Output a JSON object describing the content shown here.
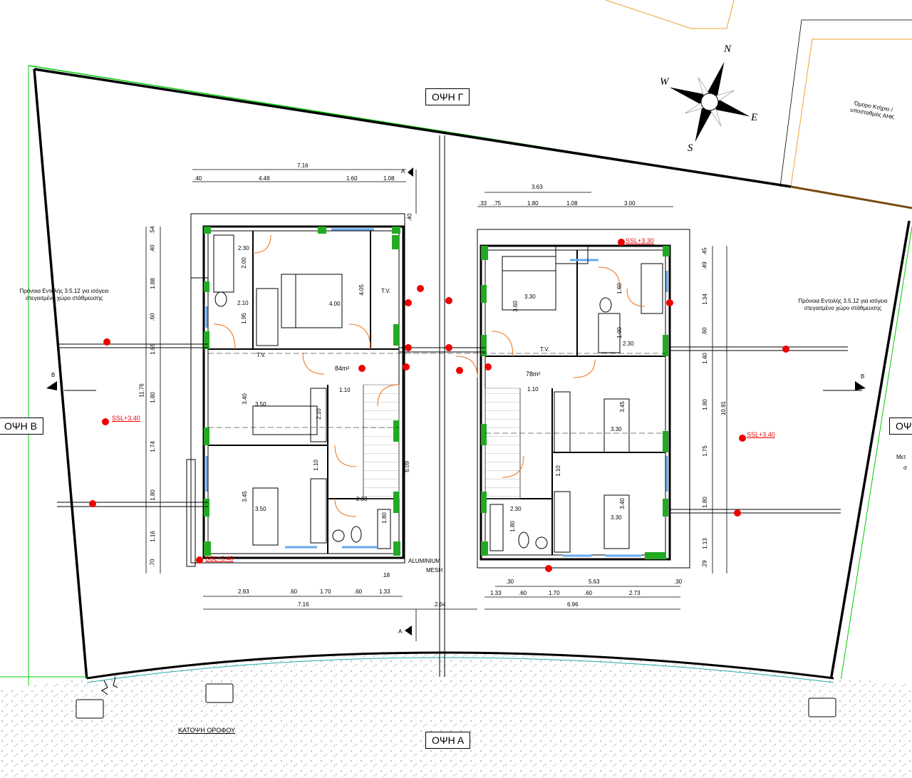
{
  "elevations": {
    "gamma": "ΟΨΗ Γ",
    "beta": "ΟΨΗ Β",
    "alpha": "ΟΨΗ Α",
    "delta_partial": "ΟΨ"
  },
  "plan_title": "ΚΑΤΟΨΗ ΟΡΟΦΟΥ",
  "compass": {
    "n": "N",
    "s": "S",
    "e": "E",
    "w": "W"
  },
  "notes": {
    "left_provision": "Πρόνοια Εντολής 3.5.12 για ισόγειο στεγασμένο χώρο στάθμευσης",
    "right_provision": "Πρόνοια Εντολής 3.5.12 για ισόγειο στεγασμένο χώρο στάθμευσης",
    "neighbour": "Όμορο Κτήριο / υποσταθμός ΑΗΚ",
    "aluminium": "ALUMINIUM",
    "mesh": "MESH",
    "right_edge_1": "Μετ",
    "right_edge_2": "σ"
  },
  "areas": {
    "left": "84m²",
    "right": "78m²"
  },
  "levels": {
    "ssl_left": "SSL+3.40",
    "ssl_right": "SSL+3.40",
    "ssl_top_right": "SSL+3.30",
    "ssl_bottom_left": "SSL+3.40"
  },
  "section_marks": {
    "a": "A",
    "b": "B"
  },
  "dims": {
    "top_left_total": "7.16",
    "top_left_parts": [
      ".40",
      "4.48",
      "1.60",
      "1.08"
    ],
    "top_right_total": "3.63",
    "top_right_parts": [
      ".33",
      ".75",
      "1.80",
      "1.08",
      "3.00"
    ],
    "bottom_left_parts": [
      "2.93",
      ".60",
      "1.70",
      ".60",
      "1.33"
    ],
    "bottom_right_parts": [
      "1.33",
      ".60",
      "1.70",
      ".60",
      "2.73",
      ".30"
    ],
    "bottom_left_total": "7.16",
    "bottom_gap": "2.64",
    "bottom_right_total": "6.96",
    "bottom_right_mid": "5.63",
    "bottom_right_small": ".30",
    "bottom_left_small": ".18",
    "left_vertical": [
      ".54",
      ".40",
      "1.88",
      ".60",
      "1.65",
      "1.80",
      "1.74",
      "1.80",
      "1.16",
      ".70"
    ],
    "left_vertical_total": "11.76",
    "right_vertical": [
      ".45",
      ".49",
      "1.34",
      ".60",
      "1.40",
      "1.80",
      "1.75",
      "1.80",
      "1.13",
      ".29"
    ],
    "right_vertical_total": "10.91",
    "top_small": ".40",
    "mid_stair": "6.09"
  },
  "rooms": {
    "l_bed1_w": "4.00",
    "l_bed1_h": "4.05",
    "l_bath_w": "2.30",
    "l_bath_a": "2.00",
    "l_bath_b": "2.10",
    "l_bath_c": "1.95",
    "l_bed2_w": "3.50",
    "l_bed2_h": "3.40",
    "l_bed3_w": "3.50",
    "l_bed3_h": "3.45",
    "l_wc_w": "2.30",
    "l_wc_h": "1.80",
    "l_corr": "1.10",
    "l_corr_b": "1.10",
    "l_wardrobe": "2.10",
    "r_bed1_w": "3.30",
    "r_bed1_h": "3.60",
    "r_bath_w": "2.30",
    "r_bath_a": "1.60",
    "r_bath_b": "1.90",
    "r_bed2_w": "3.30",
    "r_bed2_h": "3.45",
    "r_bed3_w": "3.30",
    "r_bed3_h": "3.40",
    "r_wc_w": "2.30",
    "r_wc_h": "1.80",
    "r_corr": "1.10",
    "r_corr_b": "1.10",
    "tv": "T.V."
  },
  "colors": {
    "boundary": "#00cc00",
    "wall": "#000000",
    "column": "#22aa22",
    "level_mark": "#ee0000",
    "door": "#f07010",
    "neighbour_line": "#f0a030",
    "window": "#66aaee",
    "hatch": "#555555"
  }
}
